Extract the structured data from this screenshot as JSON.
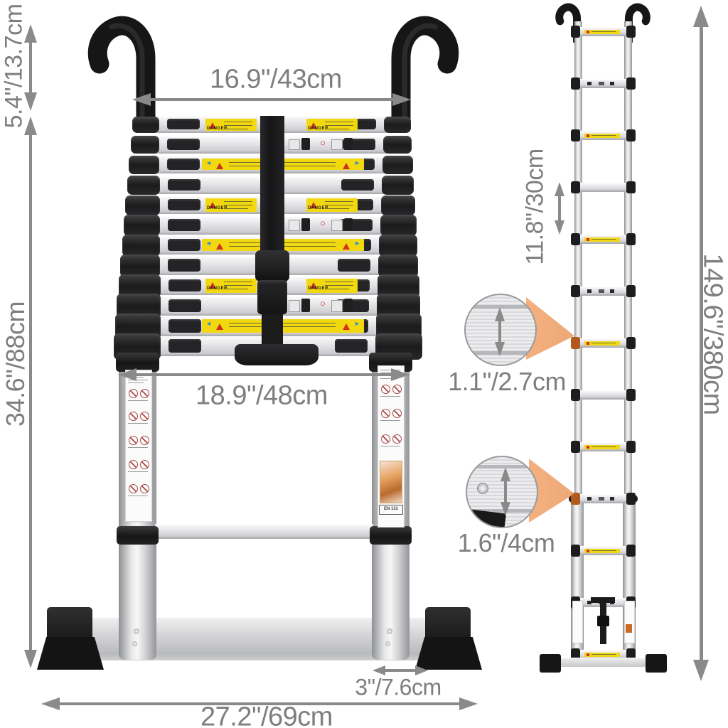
{
  "title": "Telescopic ladder dimension diagram",
  "colors": {
    "dimension_gray": "#8a8a8a",
    "label_yellow": "#f2d80f",
    "danger_red": "#cf3222",
    "highlight_orange": "#b2591d",
    "cone_orange": "#f3ac78",
    "part_black": "#1b1b1c"
  },
  "labels": {
    "danger": "DANGER",
    "en_badge": "EN 131"
  },
  "dimensions": {
    "hook_height": "5.4\"/13.7cm",
    "top_width": "16.9\"/43cm",
    "collapsed_height": "34.6\"/88cm",
    "inner_width": "18.9\"/48cm",
    "rung_spacing": "11.8\"/30cm",
    "extended_height": "149.6\"/380cm",
    "rung_thickness": "1.1\"/2.7cm",
    "tube_thickness": "1.6\"/4cm",
    "foot_width": "3\"/7.6cm",
    "base_width": "27.2\"/69cm"
  },
  "front_view": {
    "row_pattern": [
      "danger",
      "lock",
      "warn",
      "plain",
      "danger",
      "lock",
      "warn",
      "plain",
      "danger",
      "lock",
      "warn",
      "plain"
    ]
  },
  "side_view": {
    "rung_pattern": [
      {
        "label": "yellow",
        "highlight": false
      },
      {
        "label": "white",
        "highlight": false
      },
      {
        "label": "yellow",
        "highlight": false
      },
      {
        "label": "plain",
        "highlight": false
      },
      {
        "label": "yellow",
        "highlight": false
      },
      {
        "label": "white",
        "highlight": false
      },
      {
        "label": "yellow",
        "highlight": true
      },
      {
        "label": "plain",
        "highlight": false
      },
      {
        "label": "yellow",
        "highlight": false
      },
      {
        "label": "white",
        "highlight": true
      },
      {
        "label": "yellow",
        "highlight": false
      },
      {
        "label": "white",
        "highlight": false
      },
      {
        "label": "yellow",
        "highlight": false
      }
    ]
  }
}
